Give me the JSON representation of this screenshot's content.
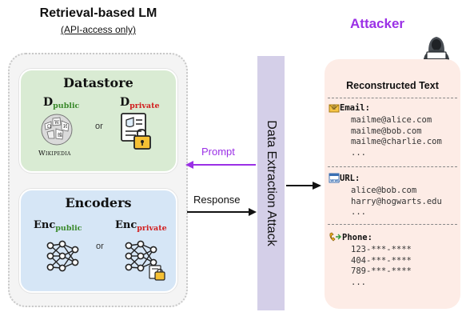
{
  "retrieval_lm": {
    "title": "Retrieval-based LM",
    "subtitle": "(API-access only)"
  },
  "datastore": {
    "title": "Datastore",
    "public_label": "D",
    "public_sub": "public",
    "or": "or",
    "private_label": "D",
    "private_sub": "private",
    "wikipedia_caption": "Wikipedia"
  },
  "encoders": {
    "title": "Encoders",
    "public_label": "Enc",
    "public_sub": "public",
    "or": "or",
    "private_label": "Enc",
    "private_sub": "private"
  },
  "arrows": {
    "prompt": "Prompt",
    "response": "Response"
  },
  "attack": {
    "label": "Data Extraction Attack"
  },
  "attacker": {
    "title": "Attacker"
  },
  "reconstructed": {
    "title": "Reconstructed Text",
    "sections": [
      {
        "label": "Email:",
        "icon": "email-icon",
        "items": [
          "mailme@alice.com",
          "mailme@bob.com",
          "mailme@charlie.com",
          "..."
        ]
      },
      {
        "label": "URL:",
        "icon": "url-icon",
        "items": [
          "alice@bob.com",
          "harry@hogwarts.edu",
          "..."
        ]
      },
      {
        "label": "Phone:",
        "icon": "phone-icon",
        "items": [
          "123-***-****",
          "404-***-****",
          "789-***-****",
          "..."
        ]
      }
    ]
  },
  "colors": {
    "accent_purple": "#9b30e6",
    "public_green": "#3b8a2c",
    "private_red": "#d21f1f",
    "datastore_bg": "#d9ebd3",
    "encoders_bg": "#d6e6f6",
    "attack_bar": "#d4cfe8",
    "recon_bg": "#fdece6"
  }
}
